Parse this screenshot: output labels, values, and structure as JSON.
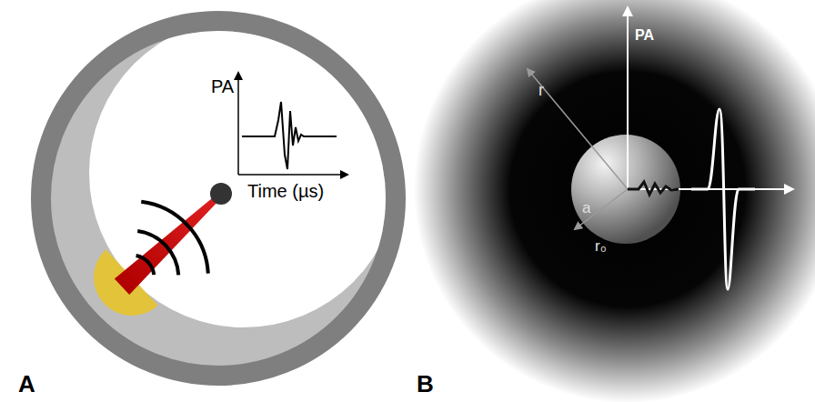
{
  "diagram": {
    "labels": [
      "PA",
      "Time (µs)",
      "A",
      "PA",
      "r",
      "a",
      "r₀",
      "B"
    ]
  }
}
